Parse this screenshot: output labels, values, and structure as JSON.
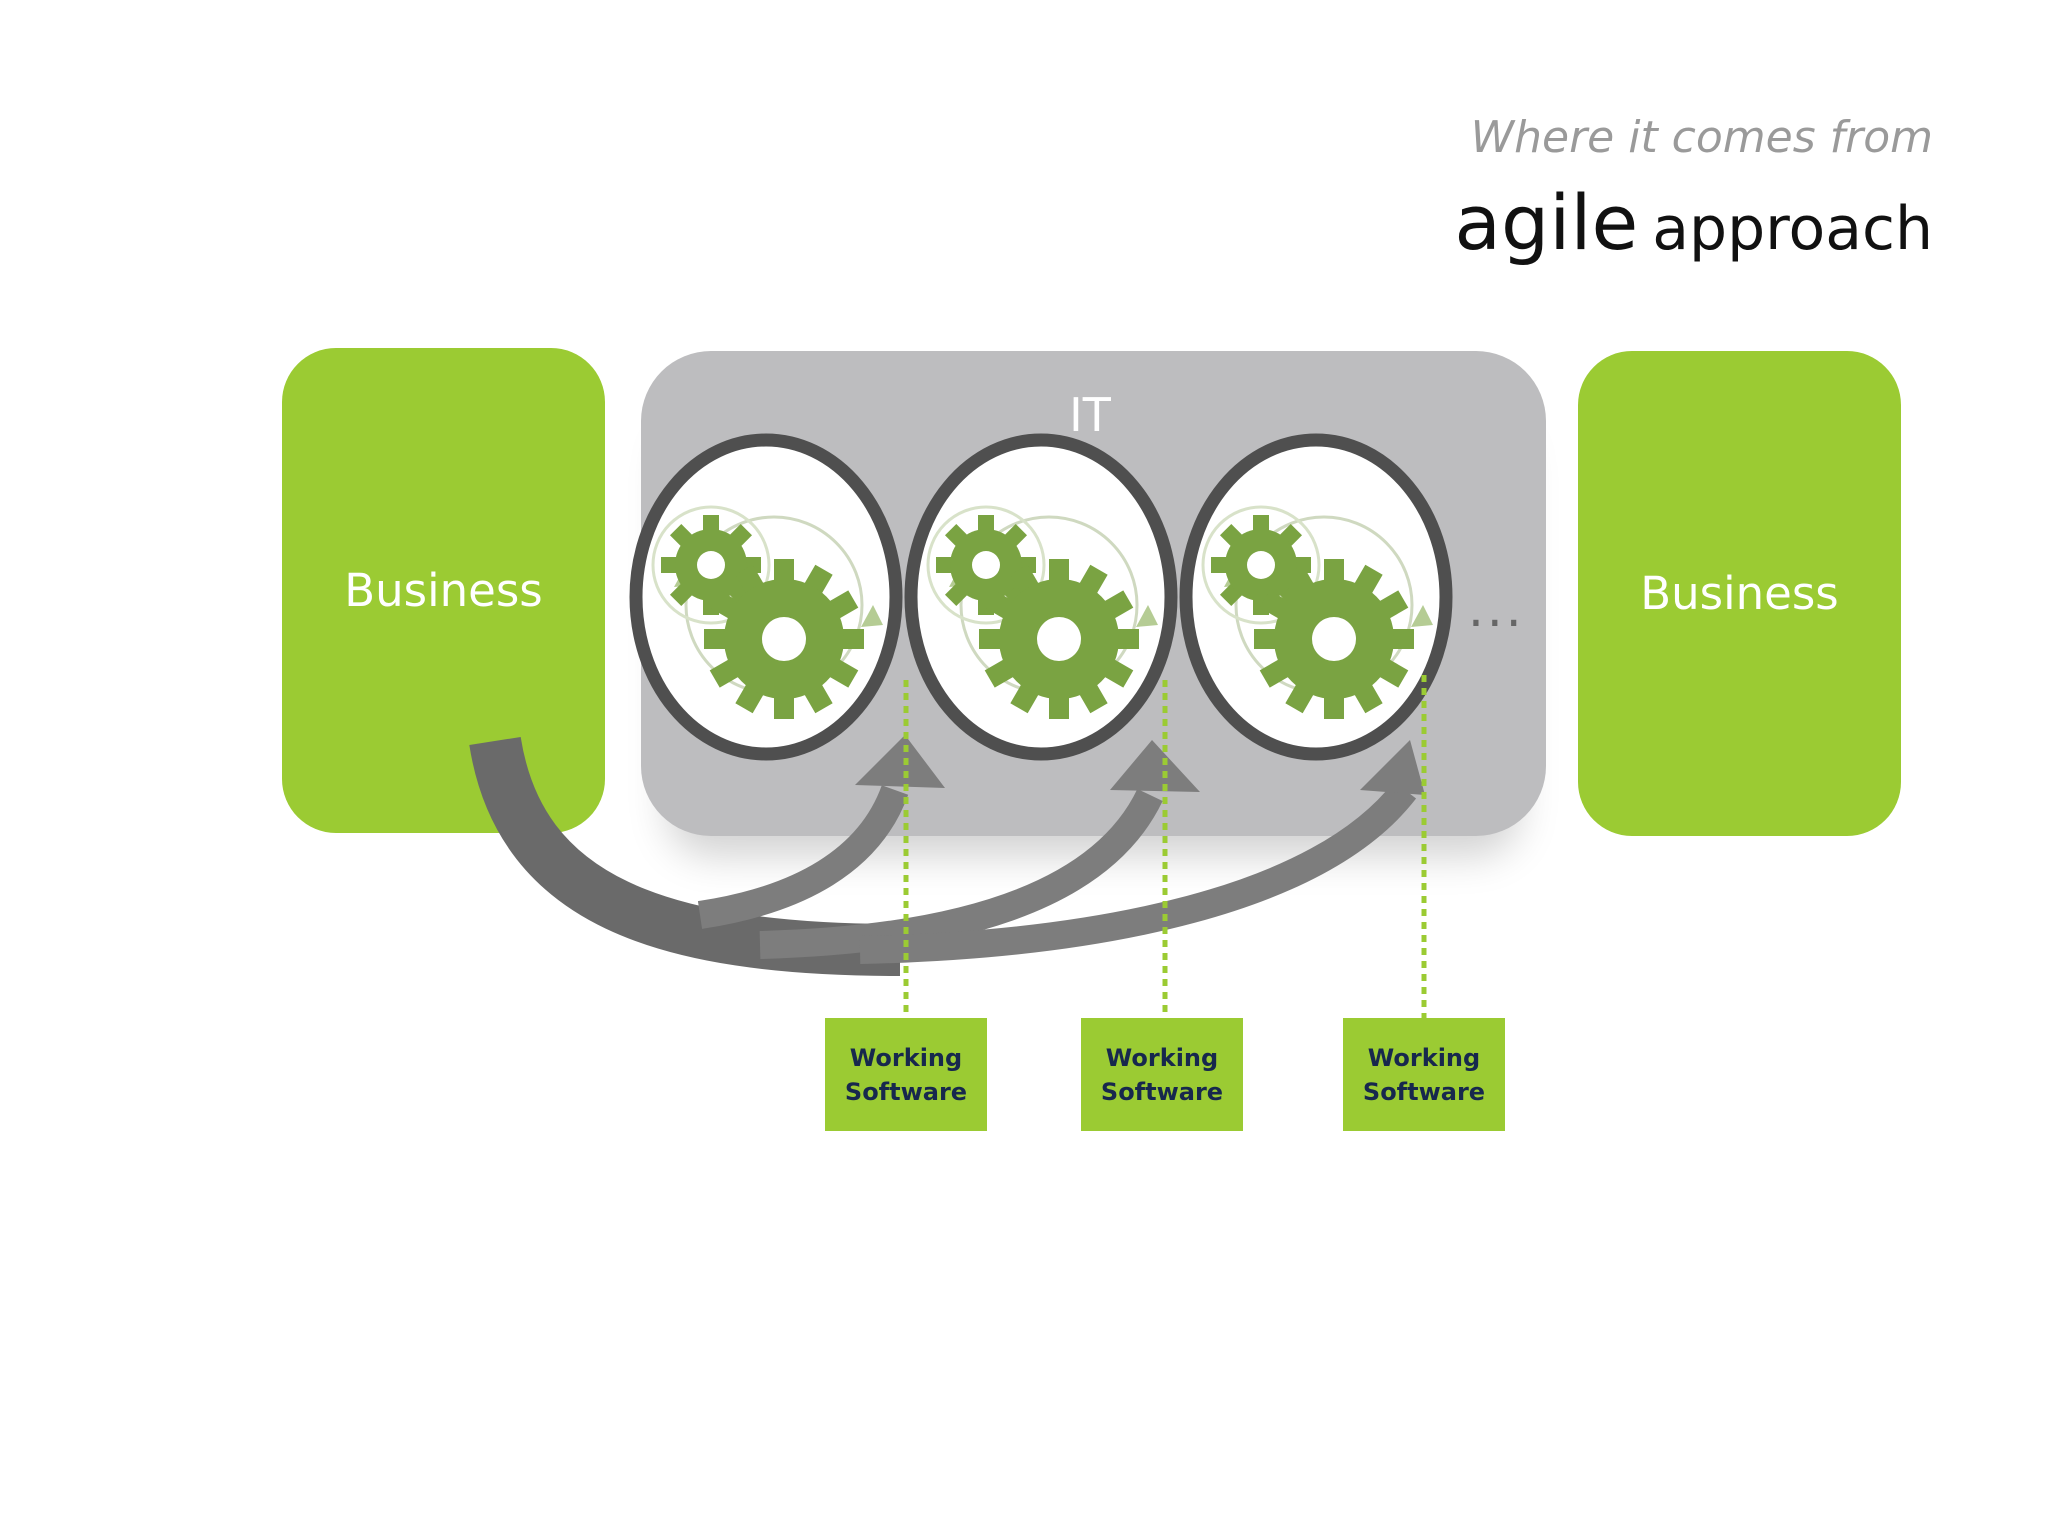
{
  "header": {
    "subtitle": "Where it comes from",
    "title_main": "agile",
    "title_rest": "approach"
  },
  "diagram": {
    "business_left": "Business",
    "business_right": "Business",
    "it_label": "IT",
    "ellipsis": "...",
    "iterations": [
      {
        "line1": "Working",
        "line2": "Software"
      },
      {
        "line1": "Working",
        "line2": "Software"
      },
      {
        "line1": "Working",
        "line2": "Software"
      }
    ]
  },
  "colors": {
    "green": "#9bcb33",
    "gray_box": "#bdbdbf",
    "arrow": "#707070",
    "gear": "#7aa342",
    "ring": "#4f4f4f",
    "working_text": "#17284d"
  },
  "icons": [
    "gear-cycle-icon",
    "curved-arrow-icon"
  ]
}
